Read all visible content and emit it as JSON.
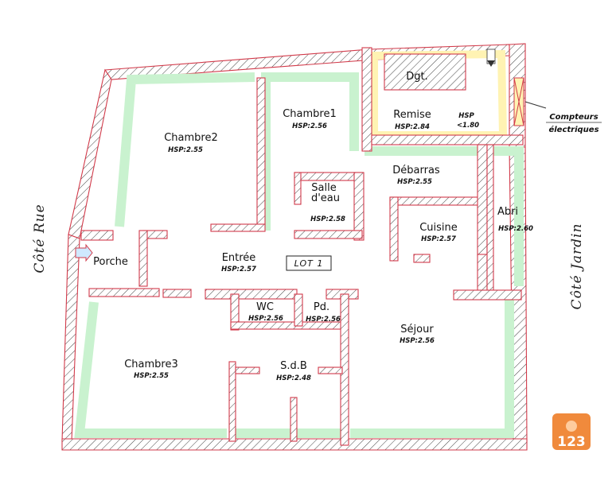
{
  "rooms": [
    {
      "id": "chambre2",
      "name": "Chambre2",
      "hsp": "HSP:2.55"
    },
    {
      "id": "chambre1",
      "name": "Chambre1",
      "hsp": "HSP:2.56"
    },
    {
      "id": "dgt",
      "name": "Dgt.",
      "hsp": ""
    },
    {
      "id": "remise",
      "name": "Remise",
      "hsp": "HSP:2.84"
    },
    {
      "id": "remise-low",
      "name": "HSP",
      "hsp": "<1.80"
    },
    {
      "id": "debarras",
      "name": "Débarras",
      "hsp": "HSP:2.55"
    },
    {
      "id": "salle-eau",
      "name": "Salle",
      "name2": "d'eau",
      "hsp": "HSP:2.58"
    },
    {
      "id": "cuisine",
      "name": "Cuisine",
      "hsp": "HSP:2.57"
    },
    {
      "id": "abri",
      "name": "Abri",
      "hsp": "HSP:2.60"
    },
    {
      "id": "porche",
      "name": "Porche",
      "hsp": ""
    },
    {
      "id": "entree",
      "name": "Entrée",
      "hsp": "HSP:2.57"
    },
    {
      "id": "wc",
      "name": "WC",
      "hsp": "HSP:2.56"
    },
    {
      "id": "pd",
      "name": "Pd.",
      "hsp": "HSP:2.56"
    },
    {
      "id": "sejour",
      "name": "Séjour",
      "hsp": "HSP:2.56"
    },
    {
      "id": "chambre3",
      "name": "Chambre3",
      "hsp": "HSP:2.55"
    },
    {
      "id": "sdb",
      "name": "S.d.B",
      "hsp": "HSP:2.48"
    }
  ],
  "lot_label": "LOT 1",
  "side_labels": {
    "left": "Côté Rue",
    "right": "Côté Jardin"
  },
  "meters": {
    "line1": "Compteurs",
    "line2": "électriques"
  },
  "logo": {
    "text": "123",
    "color": "#f08a3c"
  },
  "colors": {
    "wall": "#d23a4a",
    "floor_green": "#c9f2cf",
    "floor_yellow": "#fff3b3"
  }
}
